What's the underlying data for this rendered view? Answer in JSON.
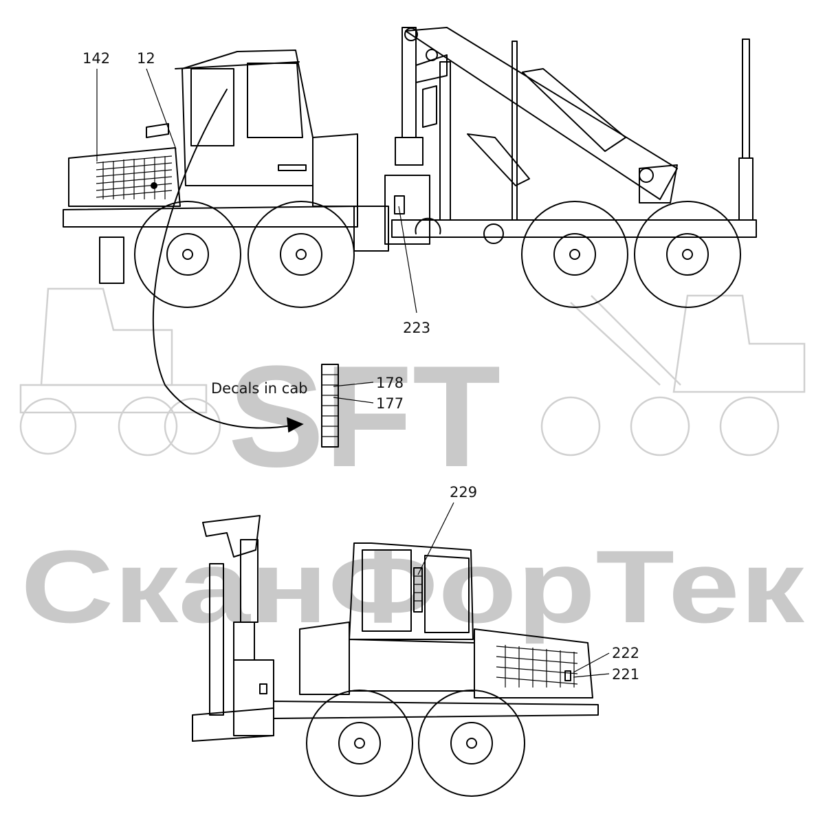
{
  "watermark": {
    "logo_text": "SFT",
    "brand_text": "СканФорТек"
  },
  "callouts": {
    "c142": "142",
    "c12": "12",
    "c223": "223",
    "c178": "178",
    "c177": "177",
    "c229": "229",
    "c222": "222",
    "c221": "221"
  },
  "cab_caption": "Decals in cab"
}
